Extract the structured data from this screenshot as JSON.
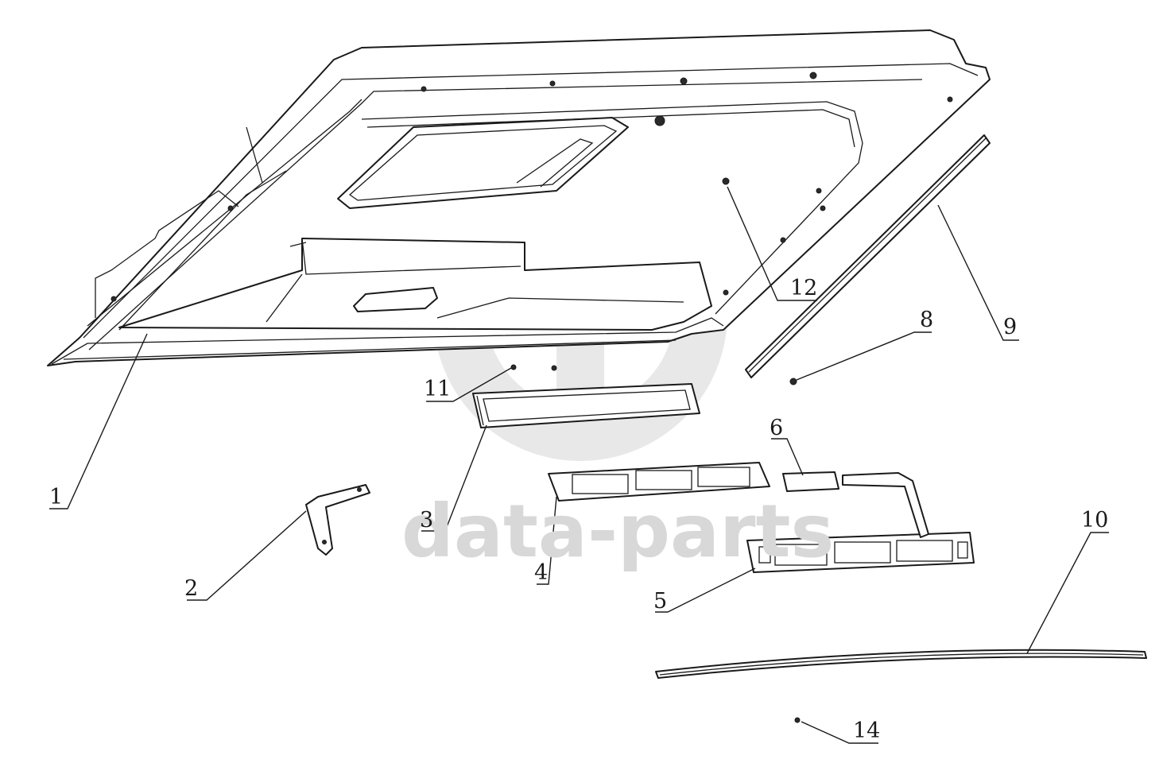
{
  "watermark": {
    "text": "data-parts",
    "color": "#d8d8d8"
  },
  "callouts": [
    {
      "id": "1",
      "label": "1"
    },
    {
      "id": "2",
      "label": "2"
    },
    {
      "id": "3",
      "label": "3"
    },
    {
      "id": "4",
      "label": "4"
    },
    {
      "id": "5",
      "label": "5"
    },
    {
      "id": "6",
      "label": "6"
    },
    {
      "id": "8",
      "label": "8"
    },
    {
      "id": "9",
      "label": "9"
    },
    {
      "id": "10",
      "label": "10"
    },
    {
      "id": "11",
      "label": "11"
    },
    {
      "id": "12",
      "label": "12"
    },
    {
      "id": "14",
      "label": "14"
    }
  ],
  "colors": {
    "line": "#1a1a1a",
    "background": "#ffffff"
  }
}
